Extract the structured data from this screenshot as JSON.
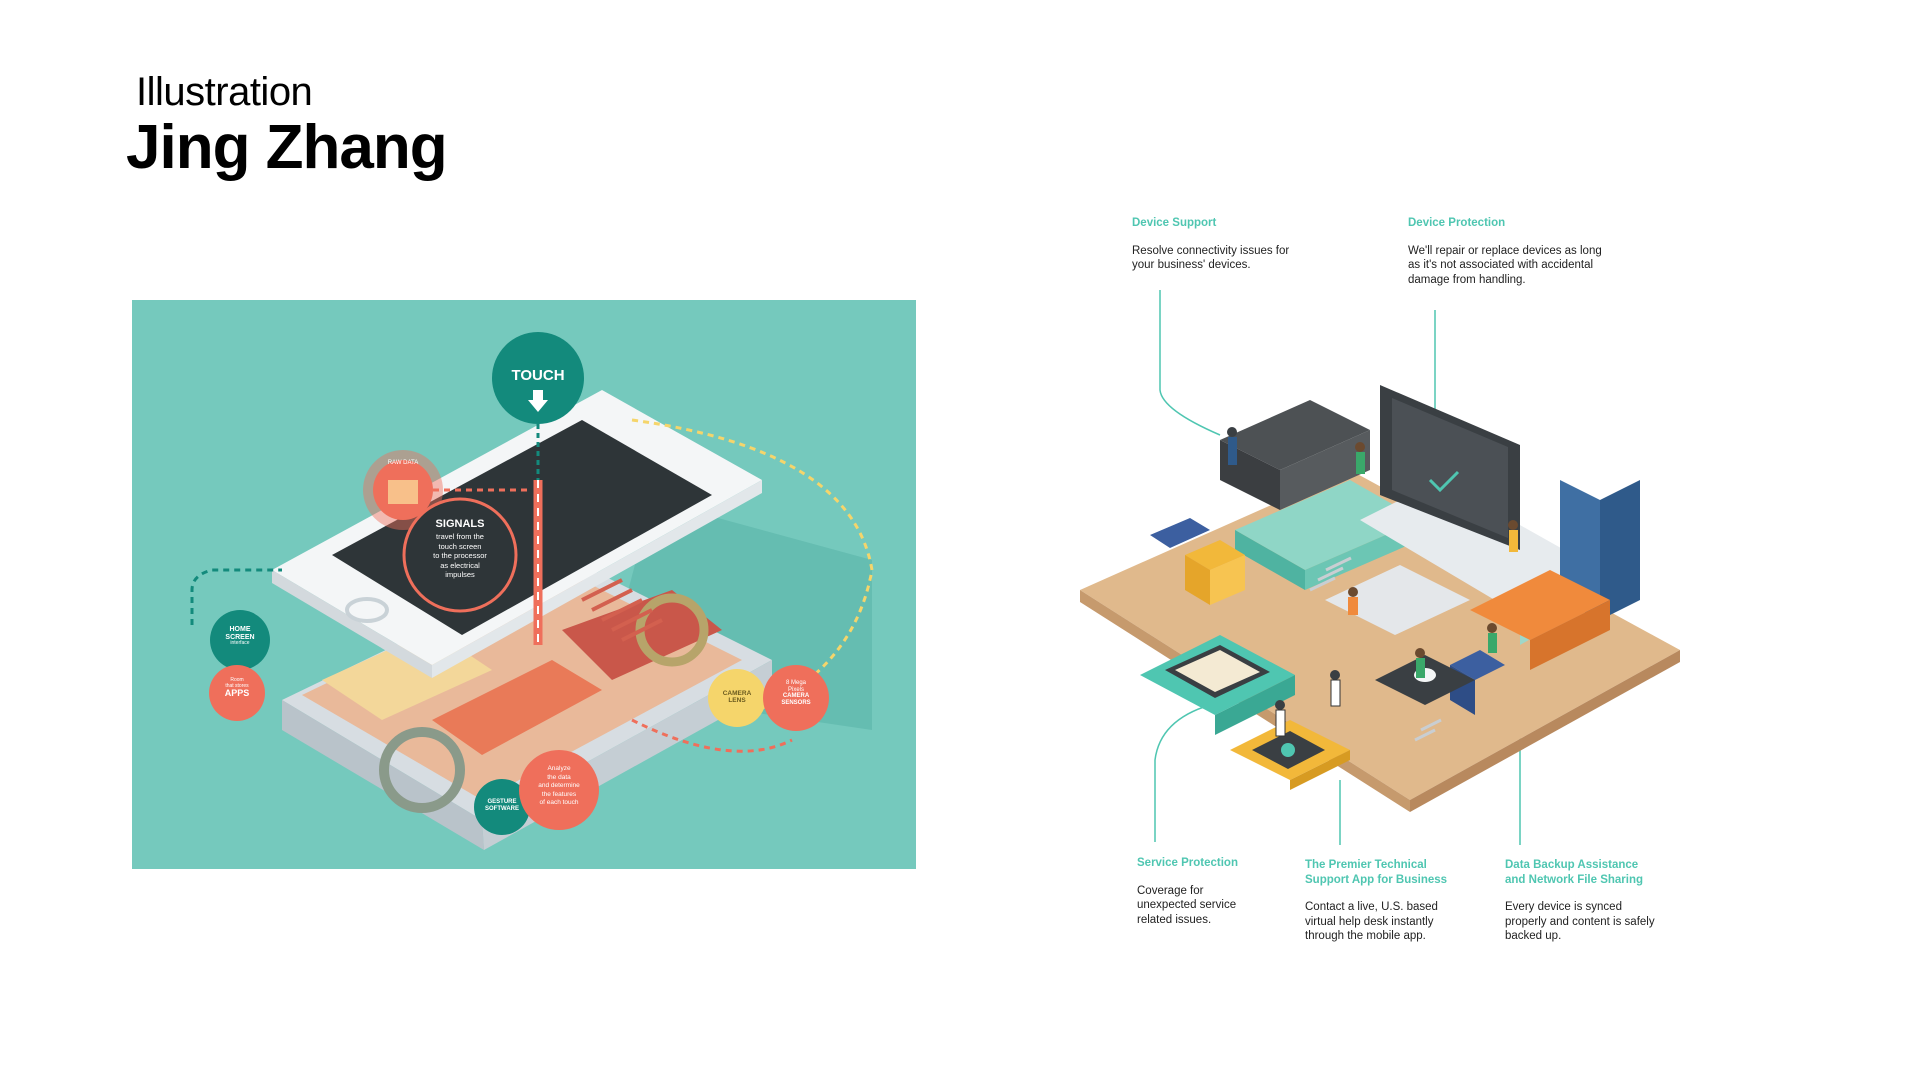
{
  "header": {
    "kicker": "Illustration",
    "name": "Jing Zhang"
  },
  "left_illustration": {
    "touch": "TOUCH",
    "raw_data": "RAW DATA",
    "signals_title": "SIGNALS",
    "signals_body": [
      "travel from the",
      "touch screen",
      "to the processor",
      "as electrical",
      "impulses"
    ],
    "home_screen": [
      "HOME",
      "SCREEN",
      "interface"
    ],
    "apps": [
      "Room",
      "that stores",
      "APPS"
    ],
    "camera_lens": [
      "CAMERA",
      "LENS"
    ],
    "camera_sensors": [
      "8 Mega",
      "Pixels",
      "CAMERA",
      "SENSORS"
    ],
    "gesture": [
      "GESTURE",
      "SOFTWARE"
    ],
    "analyze": [
      "Analyze",
      "the data",
      "and determine",
      "the features",
      "of each touch"
    ],
    "colors": {
      "background": "#75c9bd",
      "teal_dark": "#138a7c",
      "coral": "#ef6f5b",
      "yellow": "#f5d56b"
    }
  },
  "right_illustration": {
    "device_support": {
      "title": "Device Support",
      "body": "Resolve connectivity issues for your business' devices."
    },
    "device_protection": {
      "title": "Device Protection",
      "body": "We'll repair or replace devices as long as it's not associated with accidental damage from handling."
    },
    "service_protection": {
      "title": "Service Protection",
      "body": "Coverage for unexpected service related issues."
    },
    "premier_app": {
      "title": "The Premier Technical Support App for Business",
      "body": "Contact a live, U.S. based virtual help desk instantly through the mobile app."
    },
    "data_backup": {
      "title": "Data Backup Assistance and Network File Sharing",
      "body": "Every device is synced properly and content is safely backed up."
    },
    "accent_color": "#4fc6b1"
  }
}
